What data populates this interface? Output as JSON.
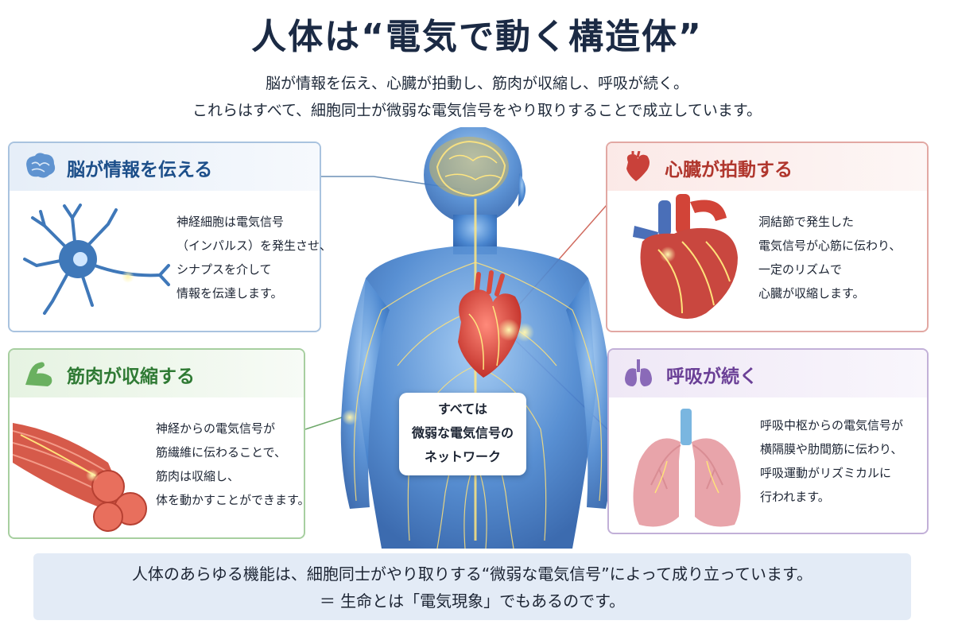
{
  "title": "人体は“電気で動く構造体”",
  "subtitle_lines": [
    "脳が情報を伝え、心臓が拍動し、筋肉が収縮し、呼吸が続く。",
    "これらはすべて、細胞同士が微弱な電気信号をやり取りすることで成立しています。"
  ],
  "cards": {
    "brain": {
      "title": "脳が情報を伝える",
      "lines": [
        "神経細胞は電気信号",
        "（インパルス）を発生させ、",
        "シナプスを介して",
        "情報を伝達します。"
      ],
      "icon": "brain-icon"
    },
    "muscle": {
      "title": "筋肉が収縮する",
      "lines": [
        "神経からの電気信号が",
        "筋繊維に伝わることで、",
        "筋肉は収縮し、",
        "体を動かすことができます。"
      ],
      "icon": "flexed-arm-icon"
    },
    "heart": {
      "title": "心臓が拍動する",
      "lines": [
        "洞結節で発生した",
        "電気信号が心筋に伝わり、",
        "一定のリズムで",
        "心臓が収縮します。"
      ],
      "icon": "heart-icon"
    },
    "lung": {
      "title": "呼吸が続く",
      "lines": [
        "呼吸中枢からの電気信号が",
        "横隔膜や肋間筋に伝わり、",
        "呼吸運動がリズミカルに",
        "行われます。"
      ],
      "icon": "lungs-icon"
    }
  },
  "center_label": [
    "すべては",
    "微弱な電気信号の",
    "ネットワーク"
  ],
  "bottom": {
    "line1": "人体のあらゆる機能は、細胞同士がやり取りする“微弱な電気信号”によって成り立っています。",
    "line2": "＝ 生命とは「電気現象」でもあるのです。"
  },
  "colors": {
    "brain": "#1d4f8a",
    "muscle": "#2f7a34",
    "heart": "#b0362d",
    "lung": "#6a3f96",
    "signal": "#ffd84a",
    "body": "#3a78c4"
  }
}
